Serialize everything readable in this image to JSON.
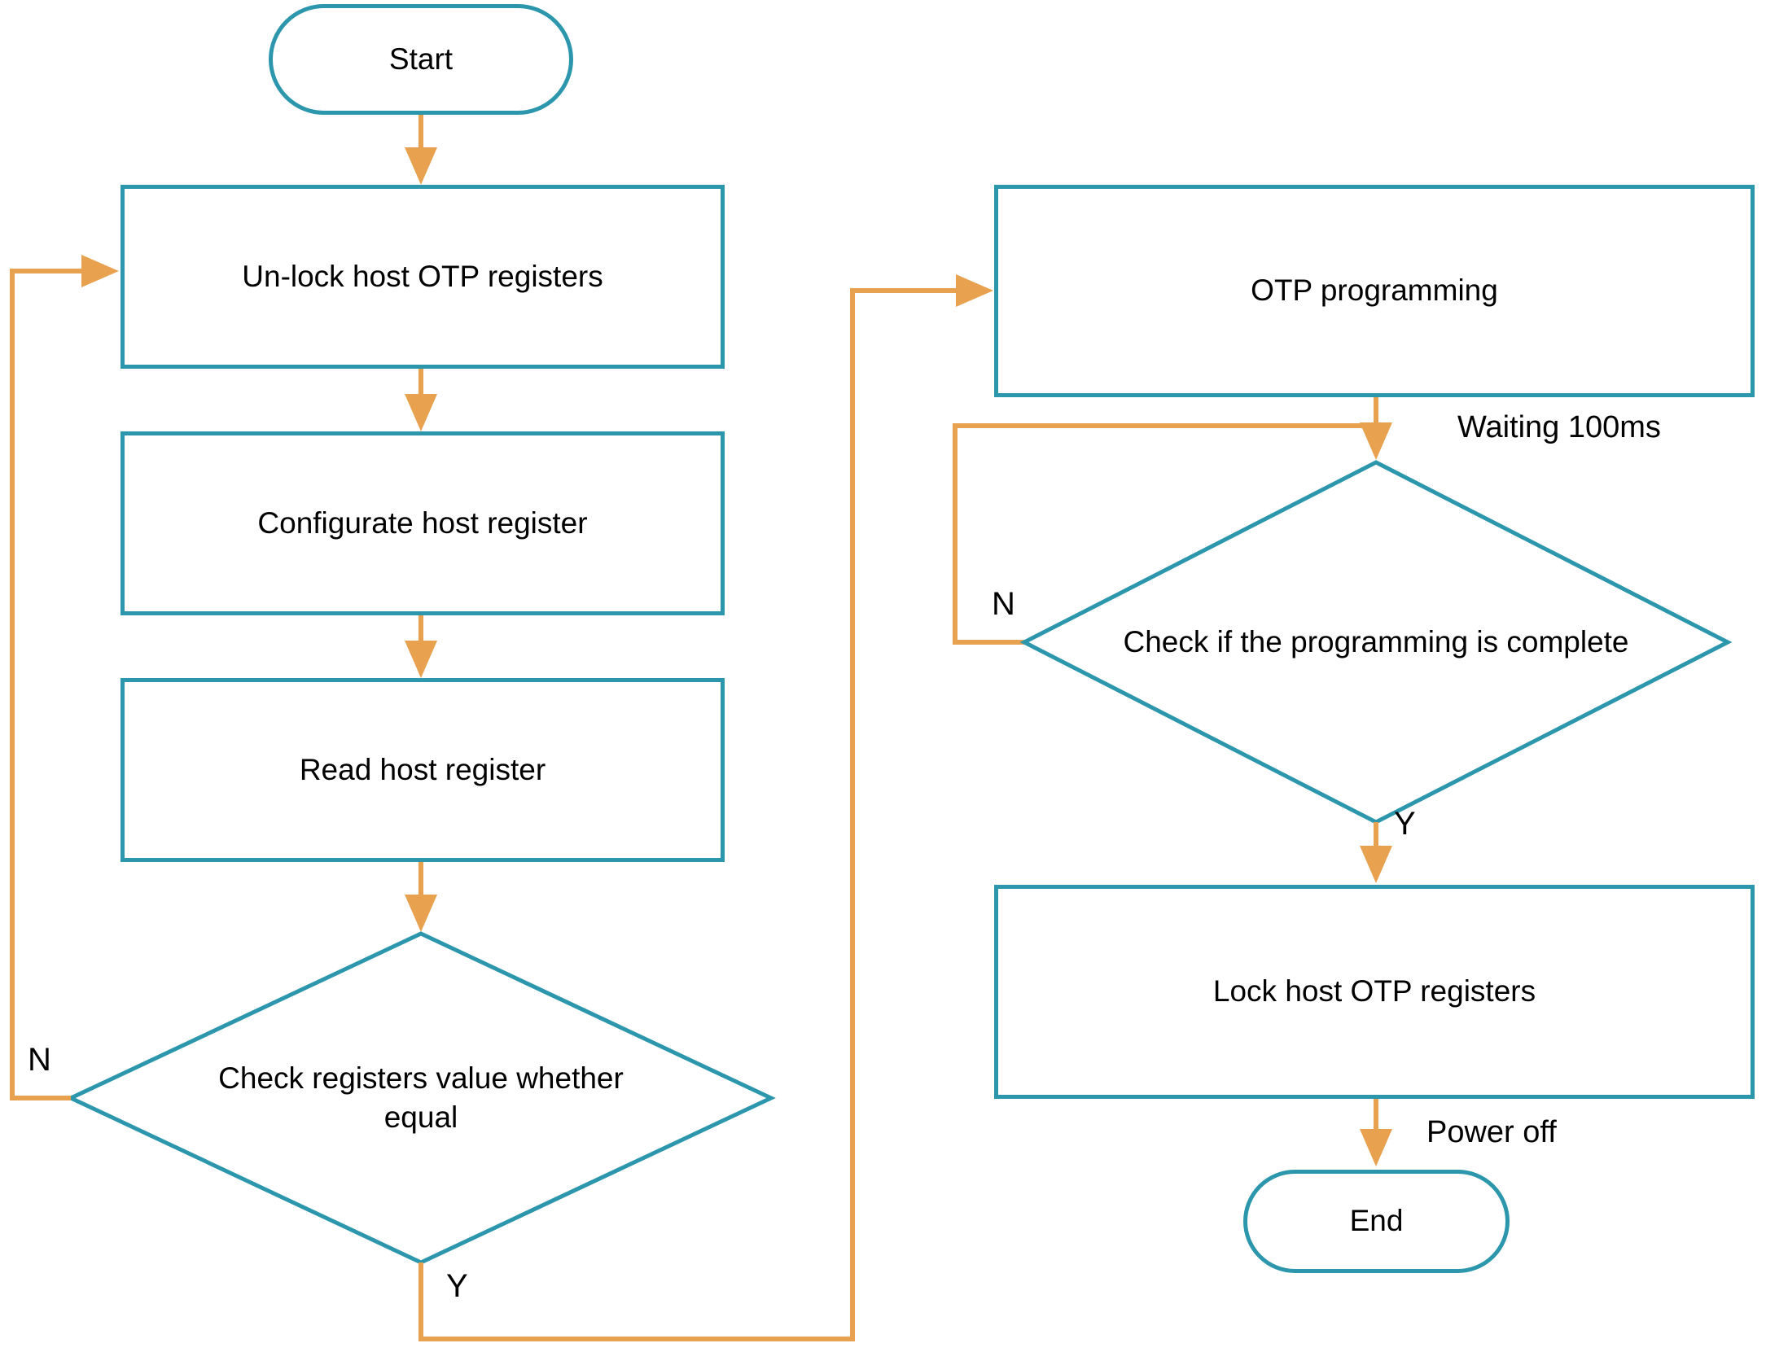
{
  "flowchart": {
    "nodes": {
      "start": {
        "label": "Start",
        "type": "terminator"
      },
      "unlock_host_otp": {
        "label": "Un-lock host OTP registers",
        "type": "process"
      },
      "configurate_host": {
        "label": "Configurate host register",
        "type": "process"
      },
      "read_host": {
        "label": "Read host register",
        "type": "process"
      },
      "check_registers": {
        "label": "Check registers value whether equal",
        "type": "decision"
      },
      "otp_programming": {
        "label": "OTP programming",
        "type": "process"
      },
      "check_programming": {
        "label": "Check if the programming is complete",
        "type": "decision"
      },
      "lock_host_otp": {
        "label": "Lock host OTP registers",
        "type": "process"
      },
      "end": {
        "label": "End",
        "type": "terminator"
      }
    },
    "edge_labels": {
      "left_no": "N",
      "left_yes": "Y",
      "right_no": "N",
      "right_yes": "Y",
      "waiting": "Waiting 100ms",
      "power_off": "Power off"
    },
    "colors": {
      "shape_stroke": "#2C97AC",
      "arrow": "#E8A14E",
      "text": "#000000",
      "background": "#FFFFFF"
    }
  }
}
